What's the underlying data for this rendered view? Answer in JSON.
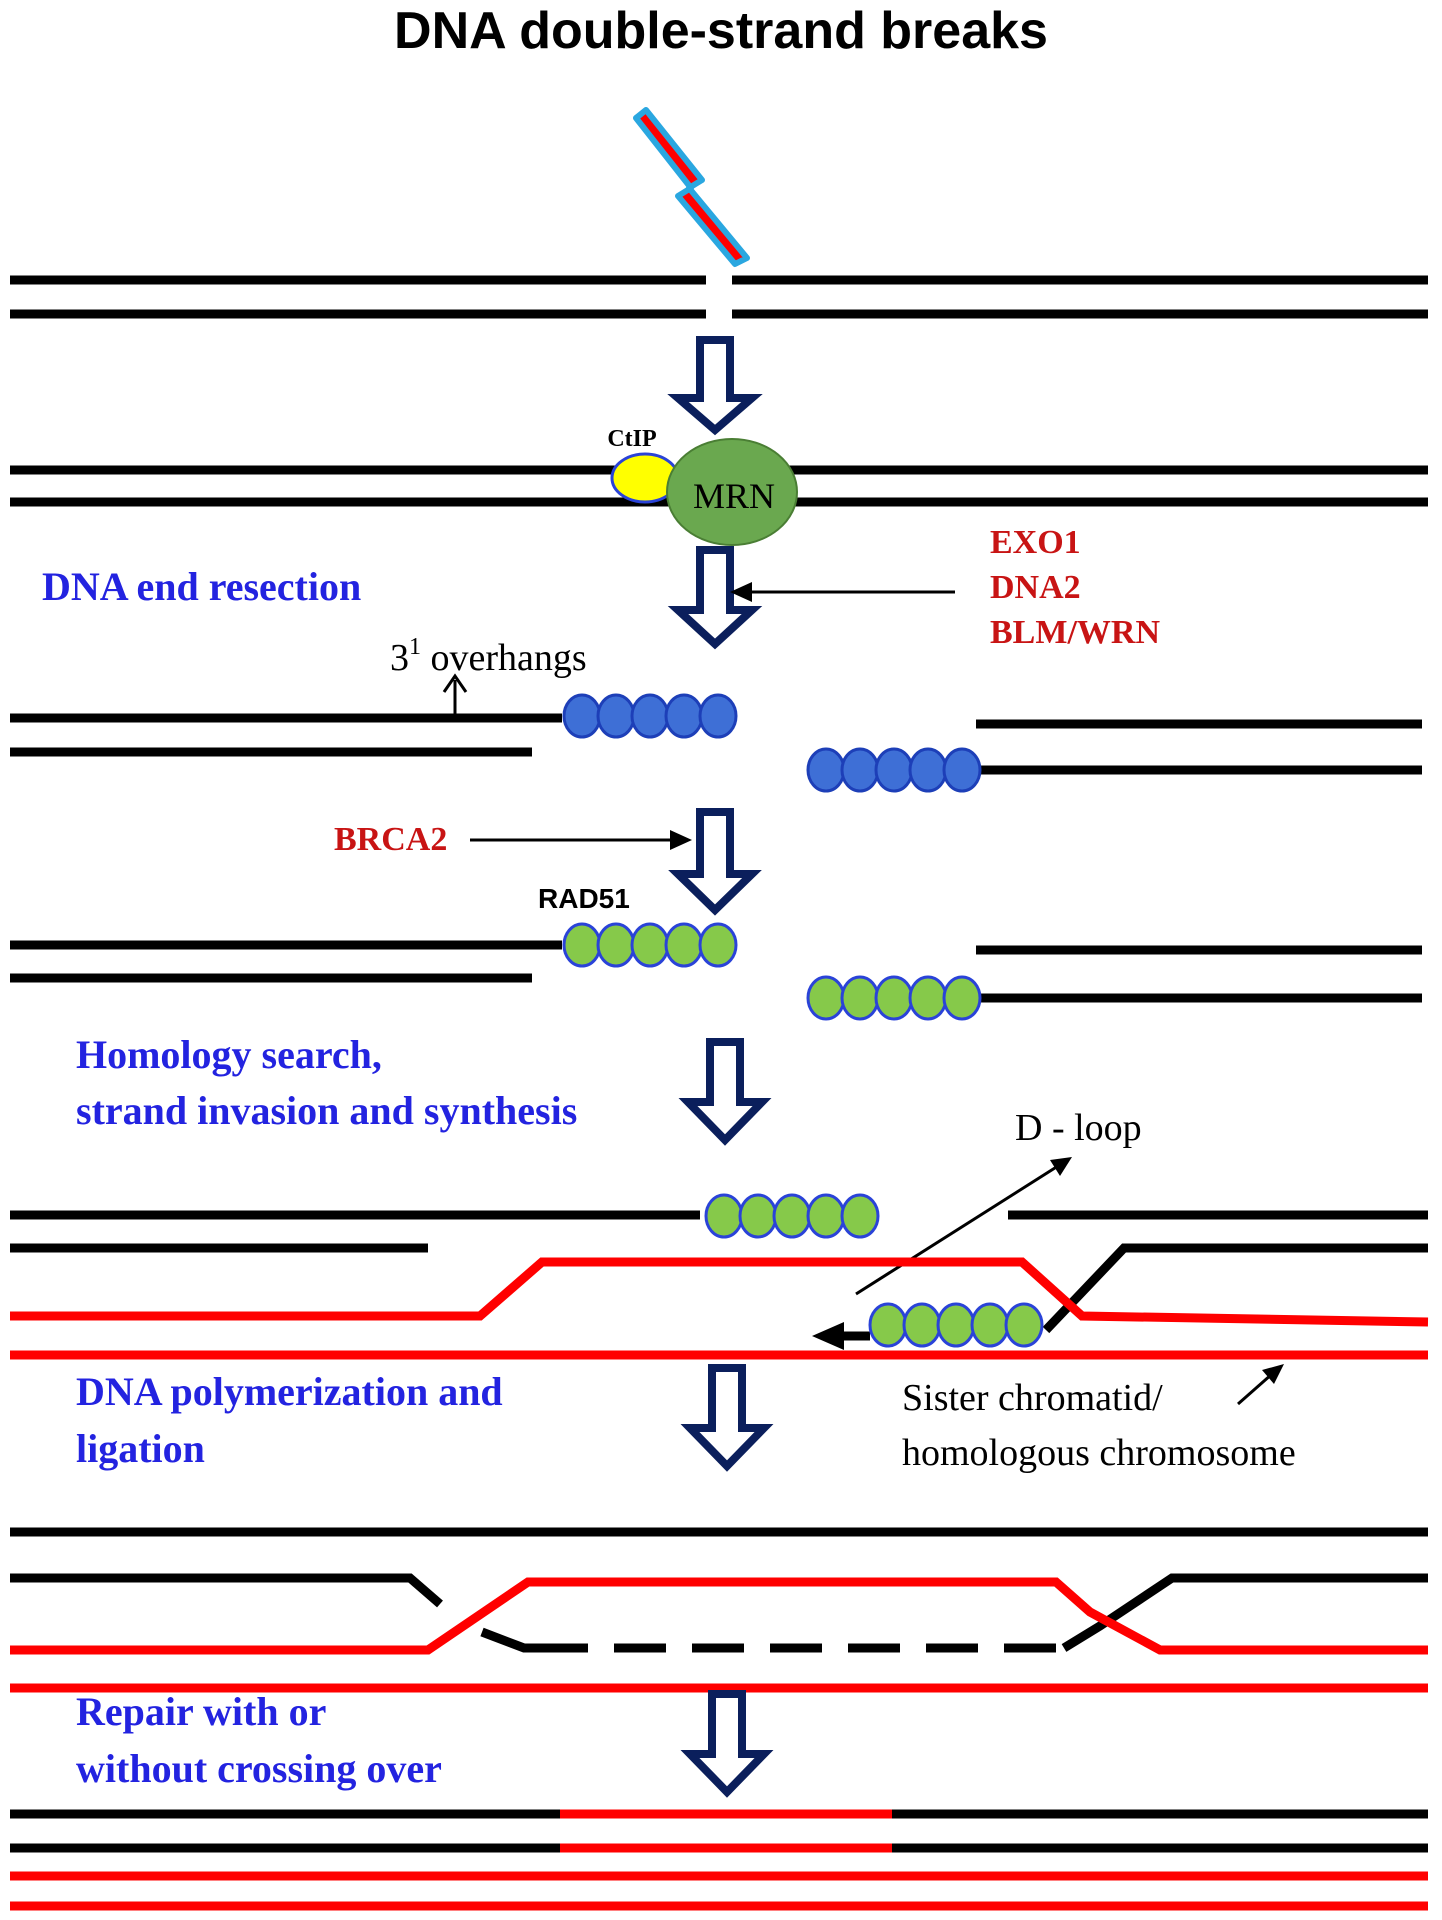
{
  "title": "DNA double-strand breaks",
  "steps": {
    "resection": "DNA end resection",
    "homology_line1": "Homology  search,",
    "homology_line2": "strand  invasion  and  synthesis",
    "polymerization_line1": "DNA polymerization  and",
    "polymerization_line2": "ligation",
    "repair_line1": "Repair with  or",
    "repair_line2": "without  crossing over"
  },
  "proteins": {
    "ctip": "CtIP",
    "mrn": "MRN",
    "exo1": "EXO1",
    "dna2": "DNA2",
    "blm_wrn": "BLM/WRN",
    "brca2": "BRCA2",
    "rad51": "RAD51"
  },
  "annotations": {
    "overhang_base": "3",
    "overhang_sup": "1",
    "overhang_text": " overhangs",
    "d_loop": "D - loop",
    "sister_line1": "Sister chromatid/",
    "sister_line2": "homologous  chromosome"
  },
  "colors": {
    "dna_strand": "#000000",
    "homologous_strand": "#ff0000",
    "step_text": "#2323e0",
    "protein_text": "#c81414",
    "flow_arrow": "#0b1f5c",
    "mrn_complex": "#6aa84f",
    "ctip": "#ffff00",
    "ssdna_coating": "#3e6fd6",
    "rad51_filament": "#86c94a",
    "nuclease_blade": "#ff0000",
    "nuclease_outline": "#2aa7e0"
  }
}
